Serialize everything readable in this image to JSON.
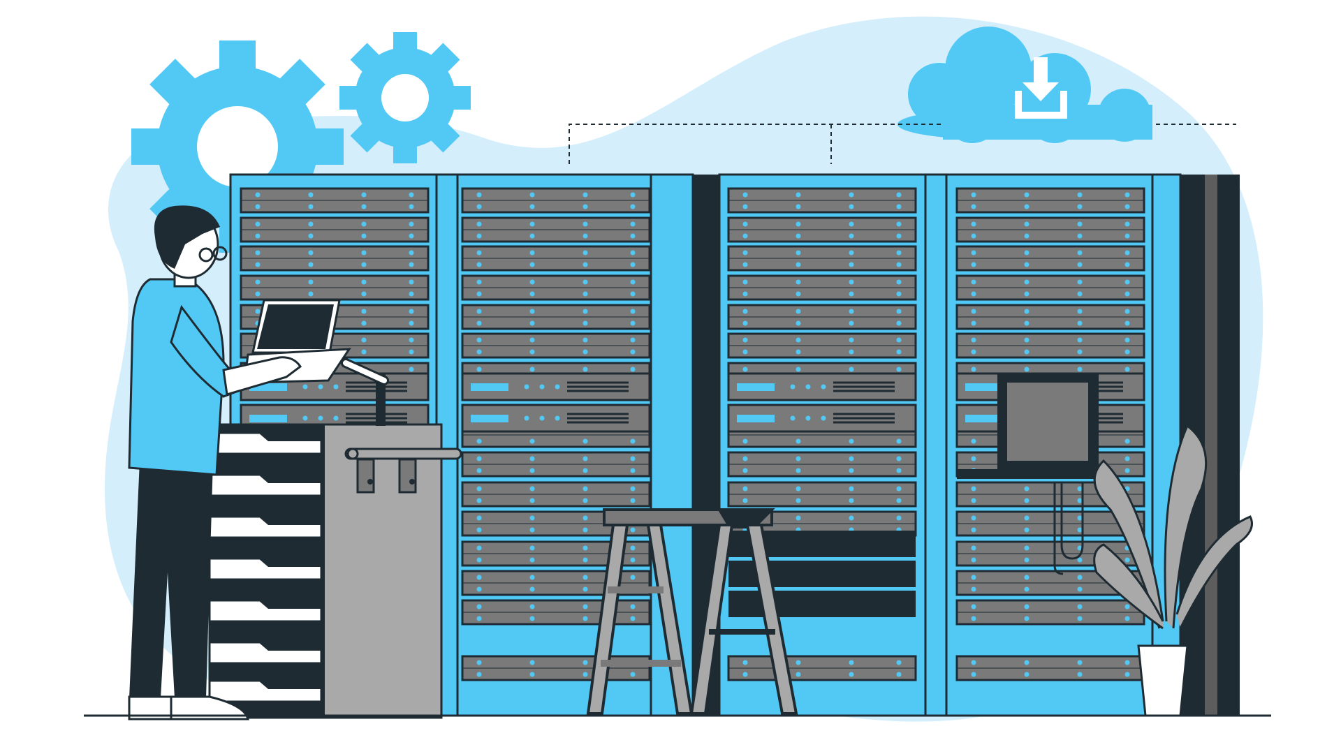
{
  "illustration": {
    "subject": "server-room-technician",
    "has_text": false
  },
  "colors": {
    "accent": "#52c8f5",
    "background_blob": "#d4effb",
    "outline": "#1e2b33",
    "rack_gray": "#7a7a7a",
    "light_gray": "#a9a9a9",
    "white": "#ffffff"
  },
  "icons": [
    "gear-icon",
    "cloud-download-icon",
    "laptop-icon",
    "monitor-icon",
    "ladder-icon",
    "plant-icon"
  ],
  "racks": [
    {
      "name": "rack-1",
      "units": 13
    },
    {
      "name": "rack-2",
      "units": 16
    },
    {
      "name": "rack-3",
      "units": 14
    },
    {
      "name": "rack-4",
      "units": 16
    }
  ]
}
